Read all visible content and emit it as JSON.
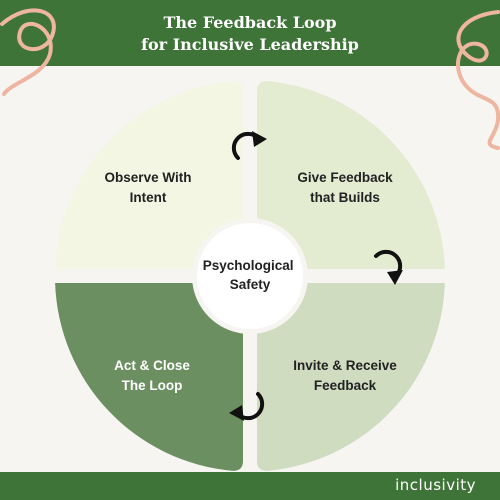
{
  "header": {
    "title_line1": "The Feedback Loop",
    "title_line2": "for Inclusive Leadership"
  },
  "diagram": {
    "center_label": [
      "Psychological",
      "Safety"
    ],
    "quadrants": [
      {
        "id": "top-left",
        "lines": [
          "Observe With",
          "Intent"
        ],
        "fill": "#f2f6e2",
        "text_color": "#222222"
      },
      {
        "id": "top-right",
        "lines": [
          "Give Feedback",
          "that Builds"
        ],
        "fill": "#e3ebd0",
        "text_color": "#222222"
      },
      {
        "id": "bottom-right",
        "lines": [
          "Invite & Receive",
          "Feedback"
        ],
        "fill": "#cfdcc0",
        "text_color": "#222222"
      },
      {
        "id": "bottom-left",
        "lines": [
          "Act & Close",
          "The Loop"
        ],
        "fill": "#6b8f60",
        "text_color": "#ffffff"
      }
    ],
    "arrows": [
      {
        "id": "top",
        "direction": "clockwise"
      },
      {
        "id": "right",
        "direction": "clockwise"
      },
      {
        "id": "bottom",
        "direction": "clockwise"
      }
    ]
  },
  "footer": {
    "brand": "inclusivity"
  },
  "colors": {
    "accent_green": "#3f7438",
    "background": "#f6f5f1",
    "decoration_swirl": "#eeb5a0"
  }
}
